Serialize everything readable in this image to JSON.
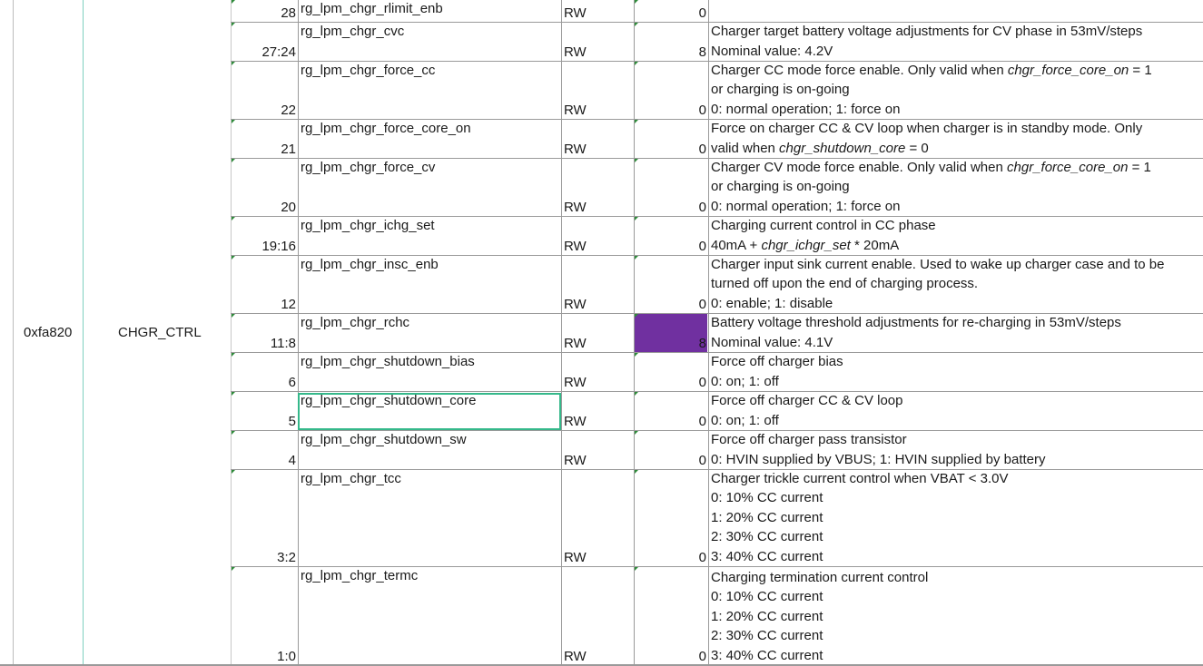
{
  "register": {
    "address": "0xfa820",
    "name": "CHGR_CTRL"
  },
  "rows": [
    {
      "bit": "28",
      "name": "rg_lpm_chgr_rlimit_enb",
      "rw": "RW",
      "def": "0",
      "desc": []
    },
    {
      "bit": "27:24",
      "name": "rg_lpm_chgr_cvc",
      "rw": "RW",
      "def": "8",
      "desc": [
        "Charger target battery voltage adjustments for CV phase in 53mV/steps",
        "Nominal value: 4.2V"
      ]
    },
    {
      "bit": "22",
      "name": "rg_lpm_chgr_force_cc",
      "rw": "RW",
      "def": "0",
      "desc": [
        "Charger CC mode force enable. Only valid when chgr_force_core_on = 1",
        "or charging is on-going",
        "0: normal operation; 1: force on"
      ]
    },
    {
      "bit": "21",
      "name": "rg_lpm_chgr_force_core_on",
      "rw": "RW",
      "def": "0",
      "desc": [
        "Force on charger CC & CV loop when charger is in standby mode. Only",
        "valid when chgr_shutdown_core = 0"
      ]
    },
    {
      "bit": "20",
      "name": "rg_lpm_chgr_force_cv",
      "rw": "RW",
      "def": "0",
      "desc": [
        "Charger CV mode force enable. Only valid when chgr_force_core_on = 1",
        "or charging is on-going",
        "0: normal operation; 1: force on"
      ]
    },
    {
      "bit": "19:16",
      "name": "rg_lpm_chgr_ichg_set",
      "rw": "RW",
      "def": "0",
      "desc": [
        "Charging current control in CC phase",
        "40mA + chgr_ichgr_set * 20mA"
      ]
    },
    {
      "bit": "12",
      "name": "rg_lpm_chgr_insc_enb",
      "rw": "RW",
      "def": "0",
      "desc": [
        "Charger input sink current enable. Used to wake up charger case and to be",
        "turned off upon the end of charging process.",
        "0: enable; 1: disable"
      ]
    },
    {
      "bit": "11:8",
      "name": "rg_lpm_chgr_rchc",
      "rw": "RW",
      "def": "8",
      "desc": [
        "Battery voltage threshold adjustments for re-charging in 53mV/steps",
        "Nominal value: 4.1V"
      ]
    },
    {
      "bit": "6",
      "name": "rg_lpm_chgr_shutdown_bias",
      "rw": "RW",
      "def": "0",
      "desc": [
        "Force off charger bias",
        "0: on; 1: off"
      ]
    },
    {
      "bit": "5",
      "name": "rg_lpm_chgr_shutdown_core",
      "rw": "RW",
      "def": "0",
      "desc": [
        "Force off charger CC & CV loop",
        "0: on; 1: off"
      ]
    },
    {
      "bit": "4",
      "name": "rg_lpm_chgr_shutdown_sw",
      "rw": "RW",
      "def": "0",
      "desc": [
        "Force off charger pass transistor",
        "0: HVIN supplied by VBUS; 1: HVIN supplied by battery"
      ]
    },
    {
      "bit": "3:2",
      "name": "rg_lpm_chgr_tcc",
      "rw": "RW",
      "def": "0",
      "desc": [
        "Charger trickle current control when VBAT < 3.0V",
        "0: 10% CC current",
        "1: 20% CC current",
        "2: 30% CC current",
        "3: 40% CC current"
      ]
    },
    {
      "bit": "1:0",
      "name": "rg_lpm_chgr_termc",
      "rw": "RW",
      "def": "0",
      "desc": [
        "Charging termination current control",
        "0: 10% CC current",
        "1: 20% CC current",
        "2: 30% CC current",
        "3: 40% CC current"
      ]
    }
  ],
  "colors": {
    "highlight": "#7030a0",
    "selection": "#35b88a",
    "marker": "#2e8b3a"
  }
}
